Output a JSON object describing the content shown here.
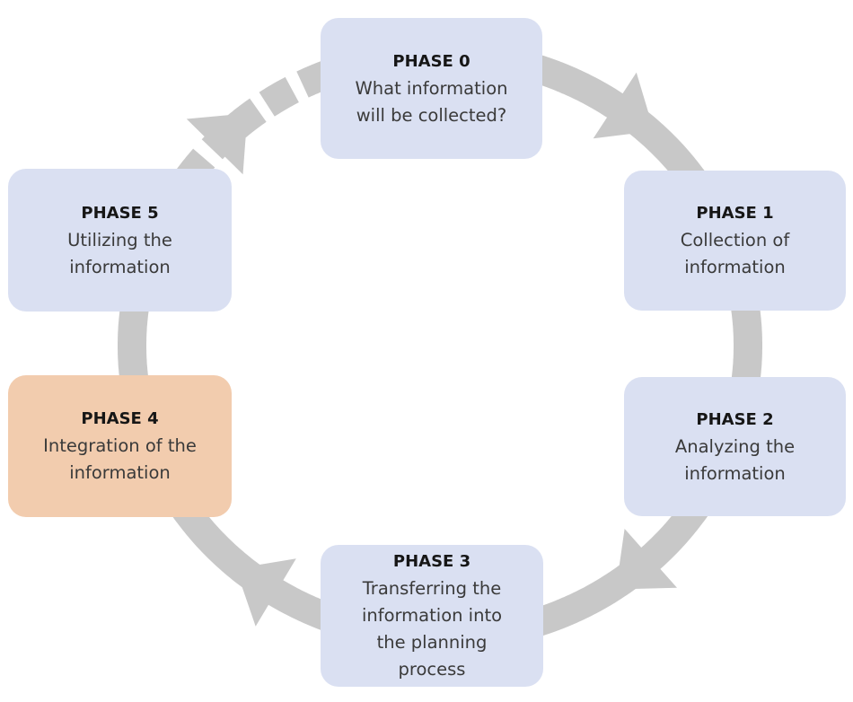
{
  "diagram": {
    "flow_direction": "clockwise",
    "colors": {
      "box": "#DAE0F2",
      "highlight": "#F2CCAE",
      "ring": "#C8C8C8",
      "title_text": "#161616",
      "body_text": "#3a3a3a"
    },
    "phases": [
      {
        "title": "PHASE 0",
        "lines": [
          "What information",
          "will be collected?"
        ],
        "color": "#DAE0F2"
      },
      {
        "title": "PHASE 1",
        "lines": [
          "Collection of",
          "information"
        ],
        "color": "#DAE0F2"
      },
      {
        "title": "PHASE 2",
        "lines": [
          "Analyzing the",
          "information"
        ],
        "color": "#DAE0F2"
      },
      {
        "title": "PHASE 3",
        "lines": [
          "Transferring the",
          "information into",
          "the planning",
          "process"
        ],
        "color": "#DAE0F2"
      },
      {
        "title": "PHASE 4",
        "lines": [
          "Integration of the",
          "information"
        ],
        "color": "#F2CCAE"
      },
      {
        "title": "PHASE 5",
        "lines": [
          "Utilizing the",
          "information"
        ],
        "color": "#DAE0F2"
      }
    ],
    "connections": [
      {
        "from": "PHASE 0",
        "to": "PHASE 1",
        "style": "solid",
        "arrow": true
      },
      {
        "from": "PHASE 1",
        "to": "PHASE 2",
        "style": "solid",
        "arrow": false
      },
      {
        "from": "PHASE 2",
        "to": "PHASE 3",
        "style": "solid",
        "arrow": true
      },
      {
        "from": "PHASE 3",
        "to": "PHASE 4",
        "style": "solid",
        "arrow": true
      },
      {
        "from": "PHASE 4",
        "to": "PHASE 5",
        "style": "solid",
        "arrow": false
      },
      {
        "from": "PHASE 5",
        "to": "PHASE 0",
        "style": "dashed",
        "arrow": true
      }
    ]
  }
}
